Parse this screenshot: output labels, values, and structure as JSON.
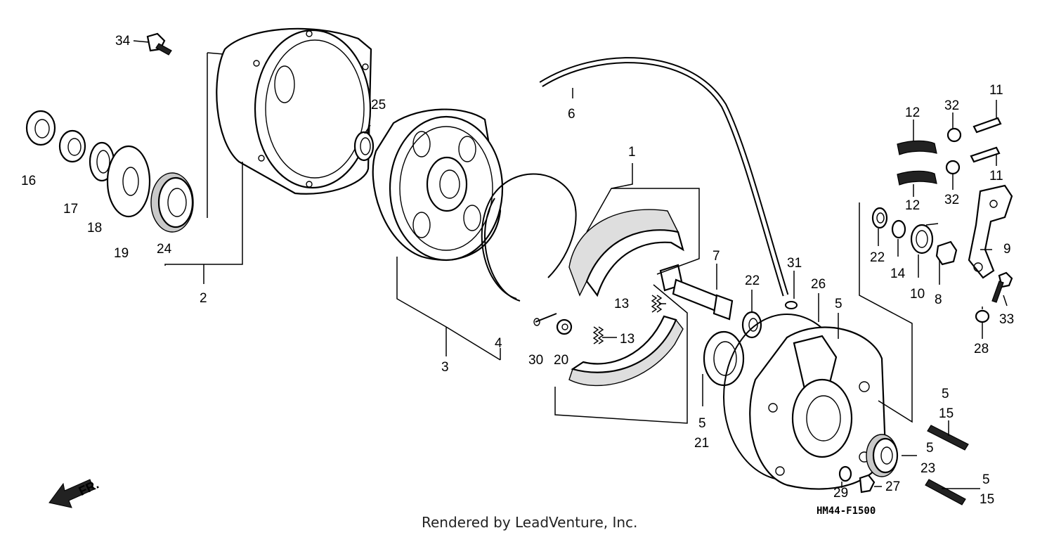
{
  "callouts": {
    "c1": "1",
    "c2": "2",
    "c3": "3",
    "c4": "4",
    "c5a": "5",
    "c5b": "5",
    "c5c": "5",
    "c5d": "5",
    "c5e": "5",
    "c6": "6",
    "c7": "7",
    "c8": "8",
    "c9": "9",
    "c10": "10",
    "c11a": "11",
    "c11b": "11",
    "c12a": "12",
    "c12b": "12",
    "c13a": "13",
    "c13b": "13",
    "c14": "14",
    "c15a": "15",
    "c15b": "15",
    "c16": "16",
    "c17": "17",
    "c18": "18",
    "c19": "19",
    "c20": "20",
    "c21": "21",
    "c22a": "22",
    "c22b": "22",
    "c23": "23",
    "c24": "24",
    "c25": "25",
    "c26": "26",
    "c27": "27",
    "c28": "28",
    "c29": "29",
    "c30": "30",
    "c31": "31",
    "c32a": "32",
    "c32b": "32",
    "c33": "33",
    "c34": "34"
  },
  "direction_label": "FR.",
  "diagram_code": "HM44-F1500",
  "credit": "Rendered by LeadVenture, Inc."
}
